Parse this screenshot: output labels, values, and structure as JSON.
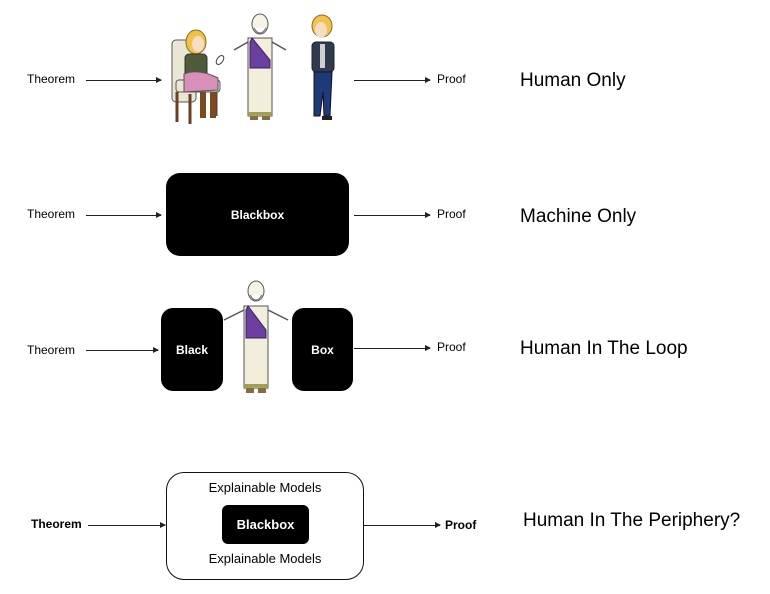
{
  "rows": [
    {
      "input": "Theorem",
      "output": "Proof",
      "title": "Human Only",
      "center": {
        "type": "human-figures",
        "figures": [
          "seated-woman",
          "toga-sage",
          "young-man"
        ]
      }
    },
    {
      "input": "Theorem",
      "output": "Proof",
      "title": "Machine Only",
      "center": {
        "type": "blackbox",
        "label": "Blackbox"
      }
    },
    {
      "input": "Theorem",
      "output": "Proof",
      "title": "Human In The Loop",
      "center": {
        "type": "split-blackbox",
        "left_label": "Black",
        "right_label": "Box",
        "figure": "toga-sage"
      }
    },
    {
      "input": "Theorem",
      "output": "Proof",
      "title": "Human In The Periphery?",
      "center": {
        "type": "wrapped-blackbox",
        "top_label": "Explainable Models",
        "inner_label": "Blackbox",
        "bottom_label": "Explainable Models"
      }
    }
  ],
  "colors": {
    "box_fill": "#000000",
    "box_text": "#ffffff",
    "toga_purple": "#6b3fa0",
    "robe_cream": "#f1efdc"
  }
}
